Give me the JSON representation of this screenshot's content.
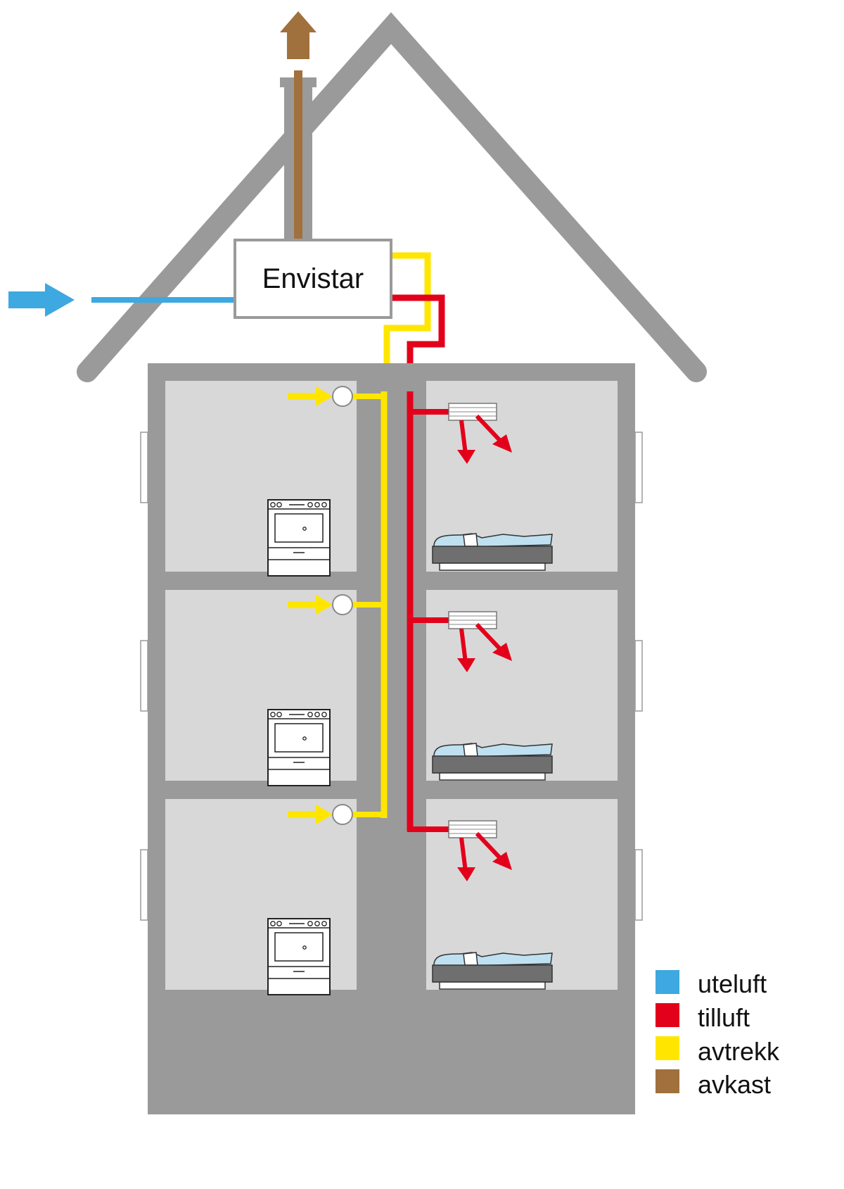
{
  "unit": {
    "label": "Envistar"
  },
  "legend": {
    "items": [
      {
        "key": "uteluft",
        "label": "uteluft",
        "color": "#3ea8e0"
      },
      {
        "key": "tilluft",
        "label": "tilluft",
        "color": "#e3001b"
      },
      {
        "key": "avtrekk",
        "label": "avtrekk",
        "color": "#ffe600"
      },
      {
        "key": "avkast",
        "label": "avkast",
        "color": "#a0713c"
      }
    ]
  },
  "colors": {
    "wall": "#9a9a9a",
    "room": "#d8d8d8",
    "unit_border": "#9a9a9a",
    "bedding": "#bfe0f0"
  },
  "rooms": {
    "left": {
      "type": "kitchen",
      "appliance_icon": "stove-icon",
      "exhaust_icon": "exhaust-valve-icon"
    },
    "right": {
      "type": "bedroom",
      "furniture_icon": "bed-icon",
      "supply_icon": "supply-diffuser-icon"
    }
  }
}
